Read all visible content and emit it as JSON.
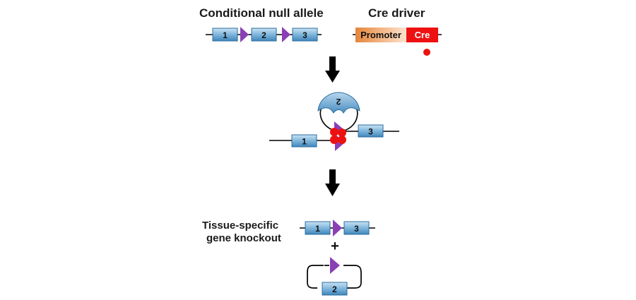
{
  "headings": {
    "conditional_null_allele": "Conditional null allele",
    "cre_driver": "Cre driver",
    "result_line1": "Tissue-specific",
    "result_line2": "gene knockout"
  },
  "exons": {
    "e1": "1",
    "e2": "2",
    "e3": "3"
  },
  "cre_construct": {
    "promoter": "Promoter",
    "cre": "Cre"
  },
  "loop_label": "2",
  "plus_sign": "+",
  "colors": {
    "exon_fill": "#5b9bc8",
    "loxp_triangle": "#8a3fb5",
    "cre_red": "#ee1111",
    "promoter_orange": "#e88a3c",
    "arrow": "#000000"
  },
  "icons": [
    "loxp-triangle-icon",
    "cre-recombinase-dot-icon",
    "down-arrow-icon"
  ]
}
